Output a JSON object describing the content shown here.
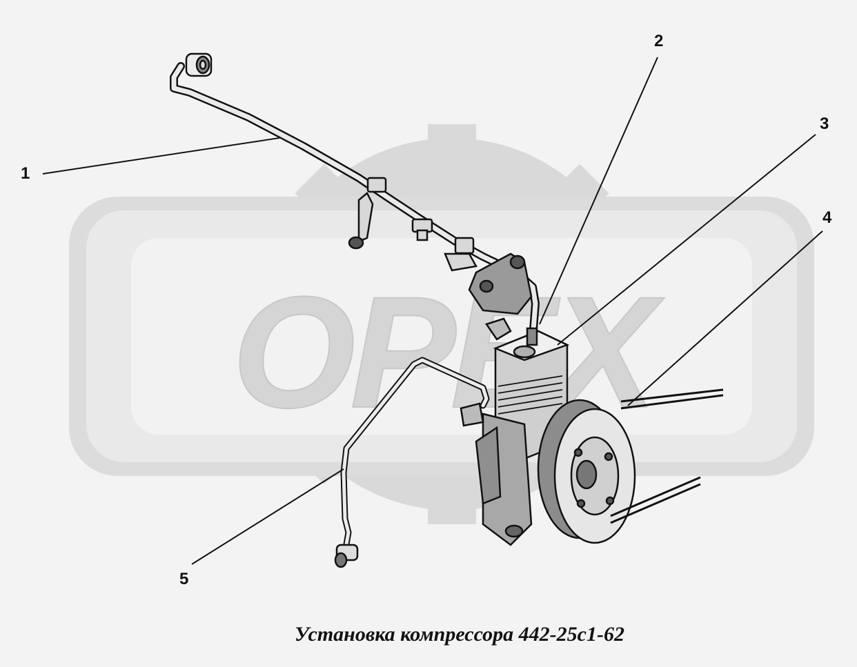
{
  "watermark": {
    "text": "ОРЕХ"
  },
  "callouts": [
    "1",
    "2",
    "3",
    "4",
    "5"
  ],
  "caption": "Установка компрессора 442-25с1-62",
  "colors": {
    "background": "#f3f3f3",
    "watermark": "#d7d7d7",
    "line": "#111111"
  }
}
